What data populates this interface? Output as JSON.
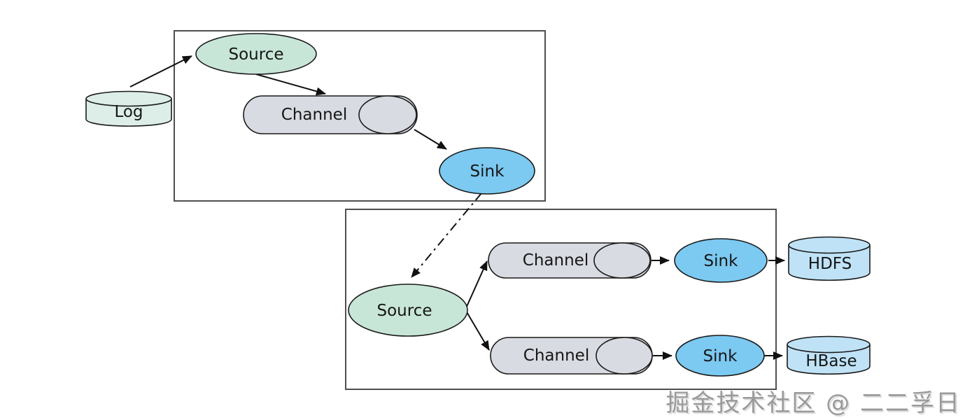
{
  "agent1": {
    "source_label": "Source",
    "channel_label": "Channel",
    "sink_label": "Sink"
  },
  "agent2": {
    "source_label": "Source",
    "channel_top_label": "Channel",
    "sink_top_label": "Sink",
    "channel_bottom_label": "Channel",
    "sink_bottom_label": "Sink"
  },
  "external": {
    "log_label": "Log",
    "hdfs_label": "HDFS",
    "hbase_label": "HBase"
  },
  "watermark": {
    "text": "掘金技术社区 @ 二二孚日"
  },
  "colors": {
    "source_fill": "#c8e6d8",
    "log_fill": "#dceee7",
    "channel_fill": "#d8dbe1",
    "sink_fill": "#7cc9f1",
    "storage_fill": "#bfe2f6",
    "shape_stroke": "#1a1a1a",
    "box_stroke": "#4f4f4f",
    "arrow_color": "#111111",
    "watermark_color": "#9a9a9a"
  },
  "edges": [
    {
      "from": "log",
      "to": "agent1-source",
      "style": "solid"
    },
    {
      "from": "agent1-source",
      "to": "agent1-channel",
      "style": "solid"
    },
    {
      "from": "agent1-channel",
      "to": "agent1-sink",
      "style": "solid"
    },
    {
      "from": "agent1-sink",
      "to": "agent2-source",
      "style": "dash-dot"
    },
    {
      "from": "agent2-source",
      "to": "agent2-channel-top",
      "style": "solid"
    },
    {
      "from": "agent2-source",
      "to": "agent2-channel-bottom",
      "style": "solid"
    },
    {
      "from": "agent2-channel-top",
      "to": "agent2-sink-top",
      "style": "solid"
    },
    {
      "from": "agent2-sink-top",
      "to": "hdfs",
      "style": "solid"
    },
    {
      "from": "agent2-channel-bottom",
      "to": "agent2-sink-bottom",
      "style": "solid"
    },
    {
      "from": "agent2-sink-bottom",
      "to": "hbase",
      "style": "solid"
    }
  ]
}
